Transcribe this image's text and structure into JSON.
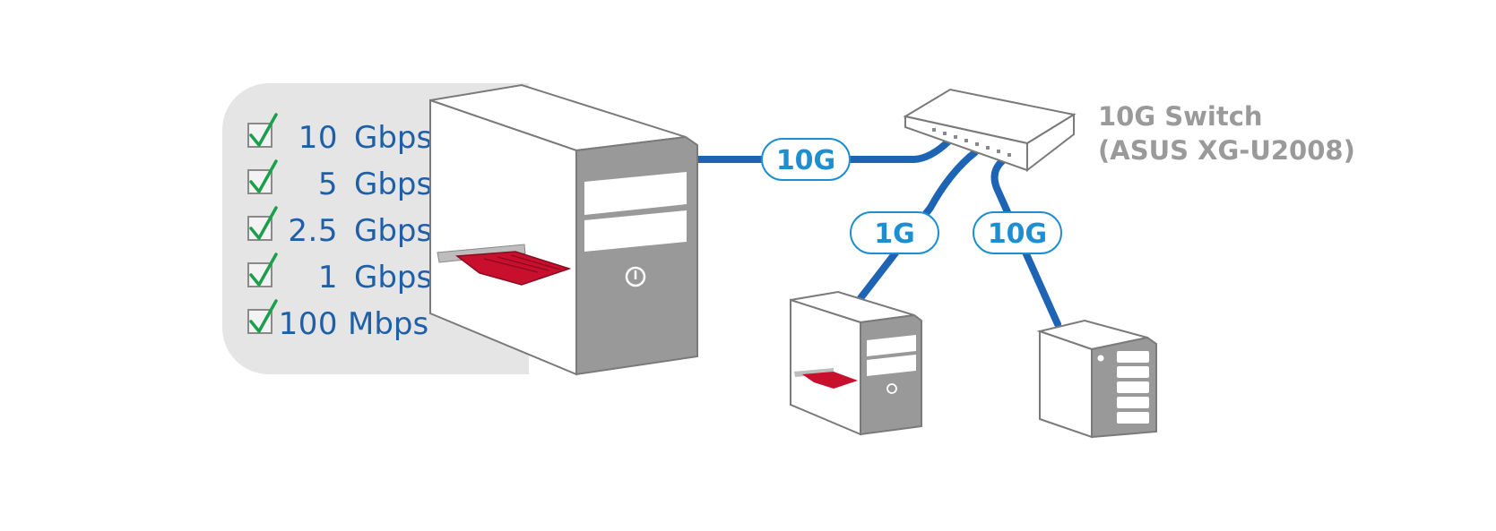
{
  "speeds": [
    {
      "value": "10",
      "unit": "Gbps"
    },
    {
      "value": "5",
      "unit": "Gbps"
    },
    {
      "value": "2.5",
      "unit": "Gbps"
    },
    {
      "value": "1",
      "unit": "Gbps"
    },
    {
      "value": "100",
      "unit": "Mbps"
    }
  ],
  "links": {
    "main": "10G",
    "pc": "1G",
    "nas": "10G"
  },
  "switch": {
    "line1": "10G Switch",
    "line2": "(ASUS XG-U2008)"
  },
  "colors": {
    "cable": "#1e64b4",
    "label_text": "#1d8fd1",
    "speed_text": "#1f5fa8",
    "check": "#1aa04a",
    "panel": "#e5e5e5",
    "card": "#c8102e",
    "device_front": "#999999",
    "switch_text": "#9a9a9a"
  },
  "icons": [
    "checkbox-icon",
    "power-icon",
    "switch-icon",
    "nic-card-icon",
    "nas-icon"
  ]
}
